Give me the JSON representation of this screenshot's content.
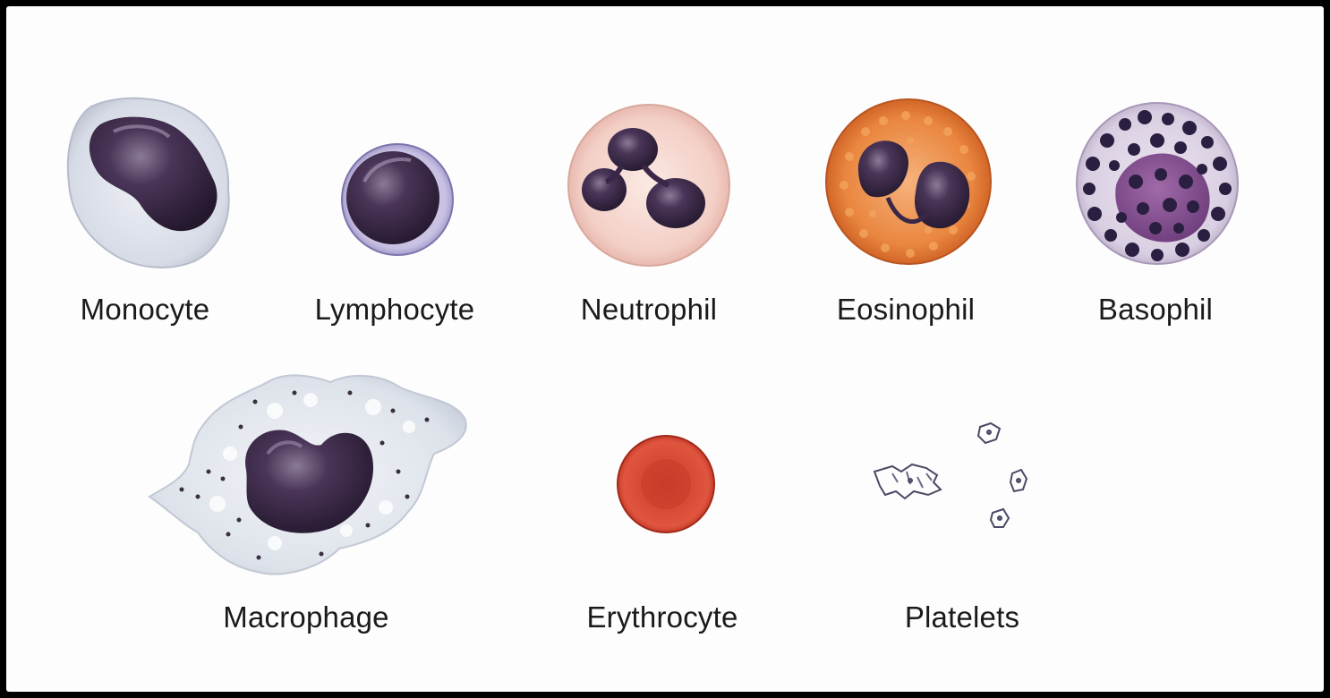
{
  "cells": [
    {
      "key": "monocyte",
      "label": "Monocyte"
    },
    {
      "key": "lymphocyte",
      "label": "Lymphocyte"
    },
    {
      "key": "neutrophil",
      "label": "Neutrophil"
    },
    {
      "key": "eosinophil",
      "label": "Eosinophil"
    },
    {
      "key": "basophil",
      "label": "Basophil"
    },
    {
      "key": "macrophage",
      "label": "Macrophage"
    },
    {
      "key": "erythrocyte",
      "label": "Erythrocyte"
    },
    {
      "key": "platelets",
      "label": "Platelets"
    }
  ],
  "colors": {
    "background": "#fdfdfd",
    "frame": "#000000",
    "nucleus": "#3d2a4a",
    "erythrocyte": "#d23a2a",
    "eosinophil_granules": "#e0702c",
    "basophil_granules": "#2a1f40",
    "neutrophil_cytoplasm": "#f6d6cf",
    "monocyte_cytoplasm": "#dfe3ec"
  }
}
